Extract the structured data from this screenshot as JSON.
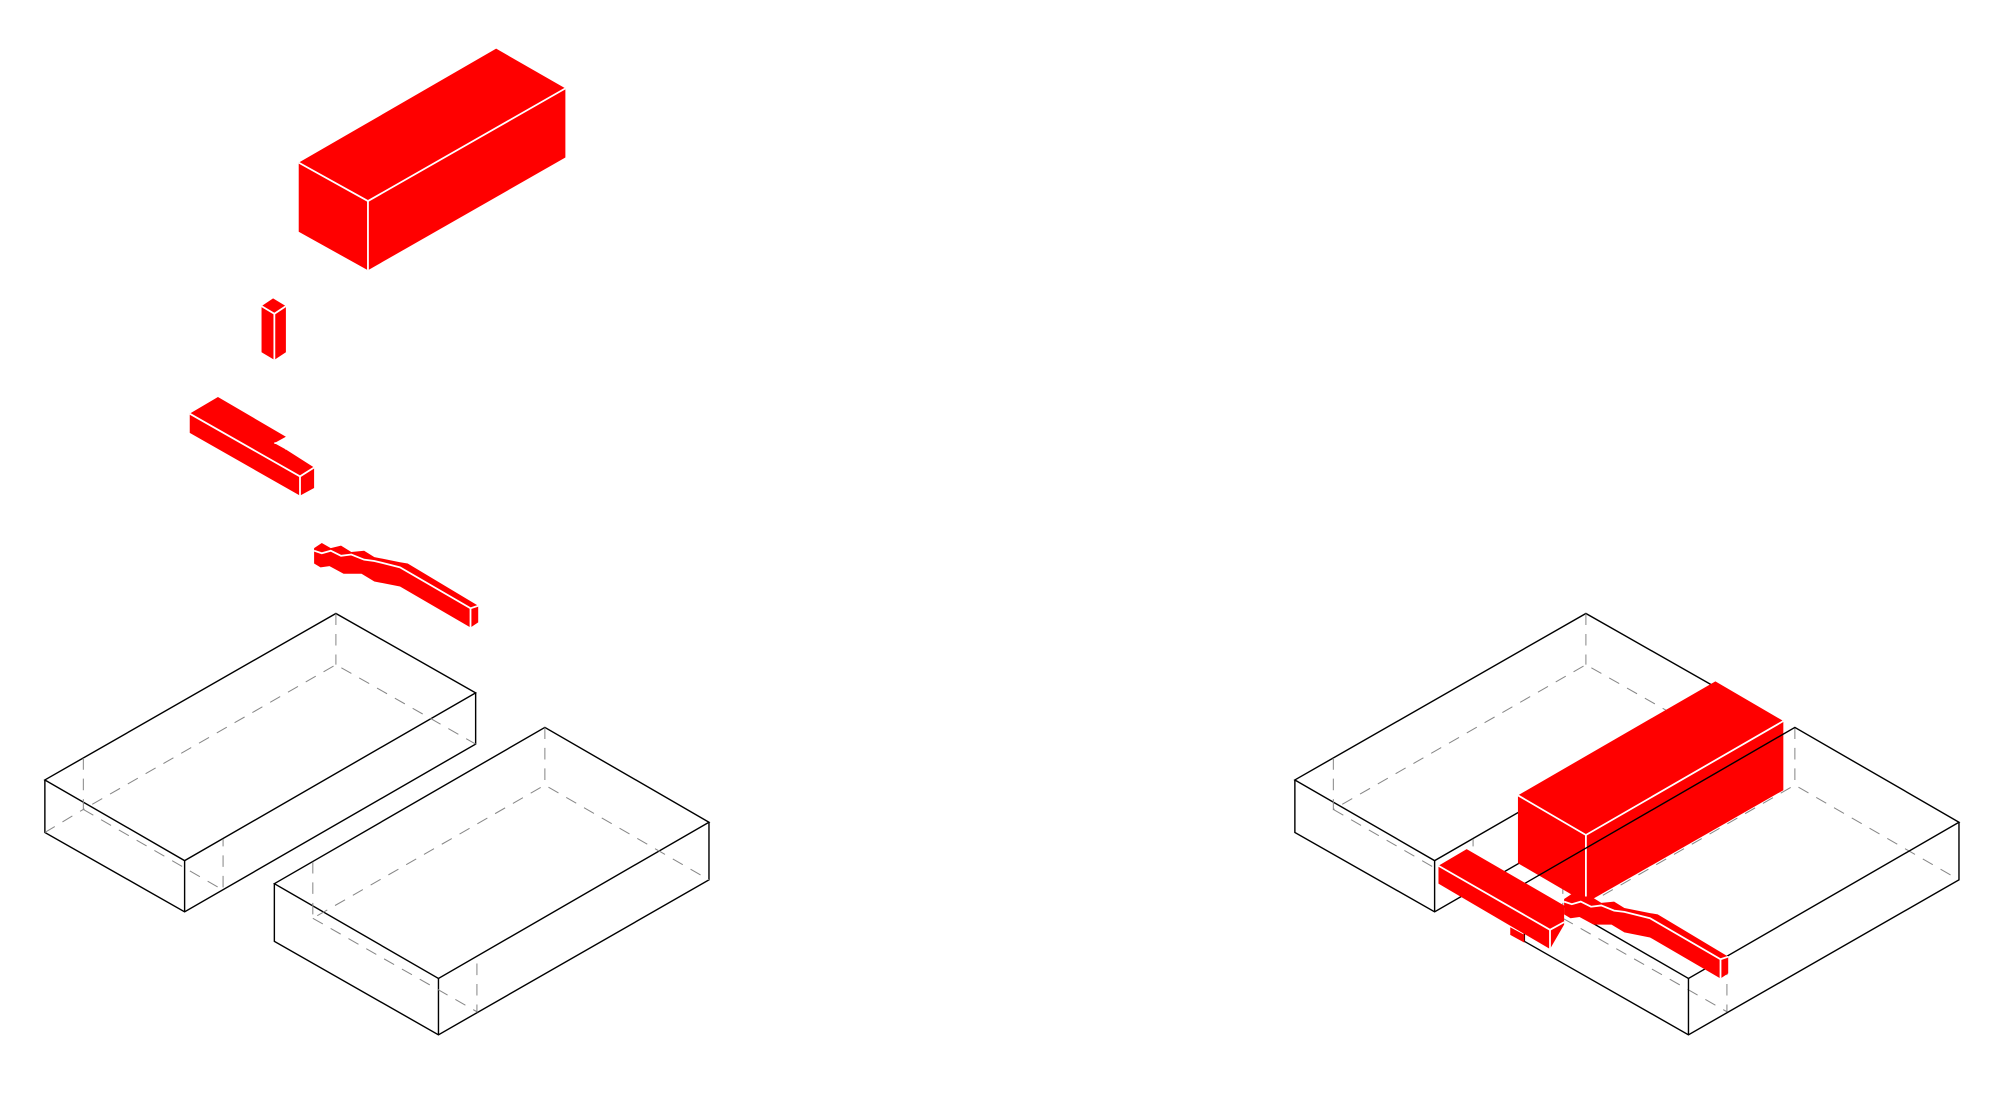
{
  "diagram": {
    "type": "exploded-axonometric",
    "colors": {
      "mass": "#ff0000",
      "wireframe": "#000000",
      "hidden_lines": "#888888",
      "background": "#ffffff"
    },
    "groups": [
      {
        "name": "exploded-components",
        "parts": [
          "volume-block",
          "column",
          "l-bar",
          "stepped-strip",
          "base-slab-a",
          "base-slab-b"
        ]
      },
      {
        "name": "assembled-composition",
        "parts": [
          "base-slab-a",
          "base-slab-b",
          "volume-block",
          "l-bar",
          "stepped-strip"
        ]
      }
    ]
  }
}
